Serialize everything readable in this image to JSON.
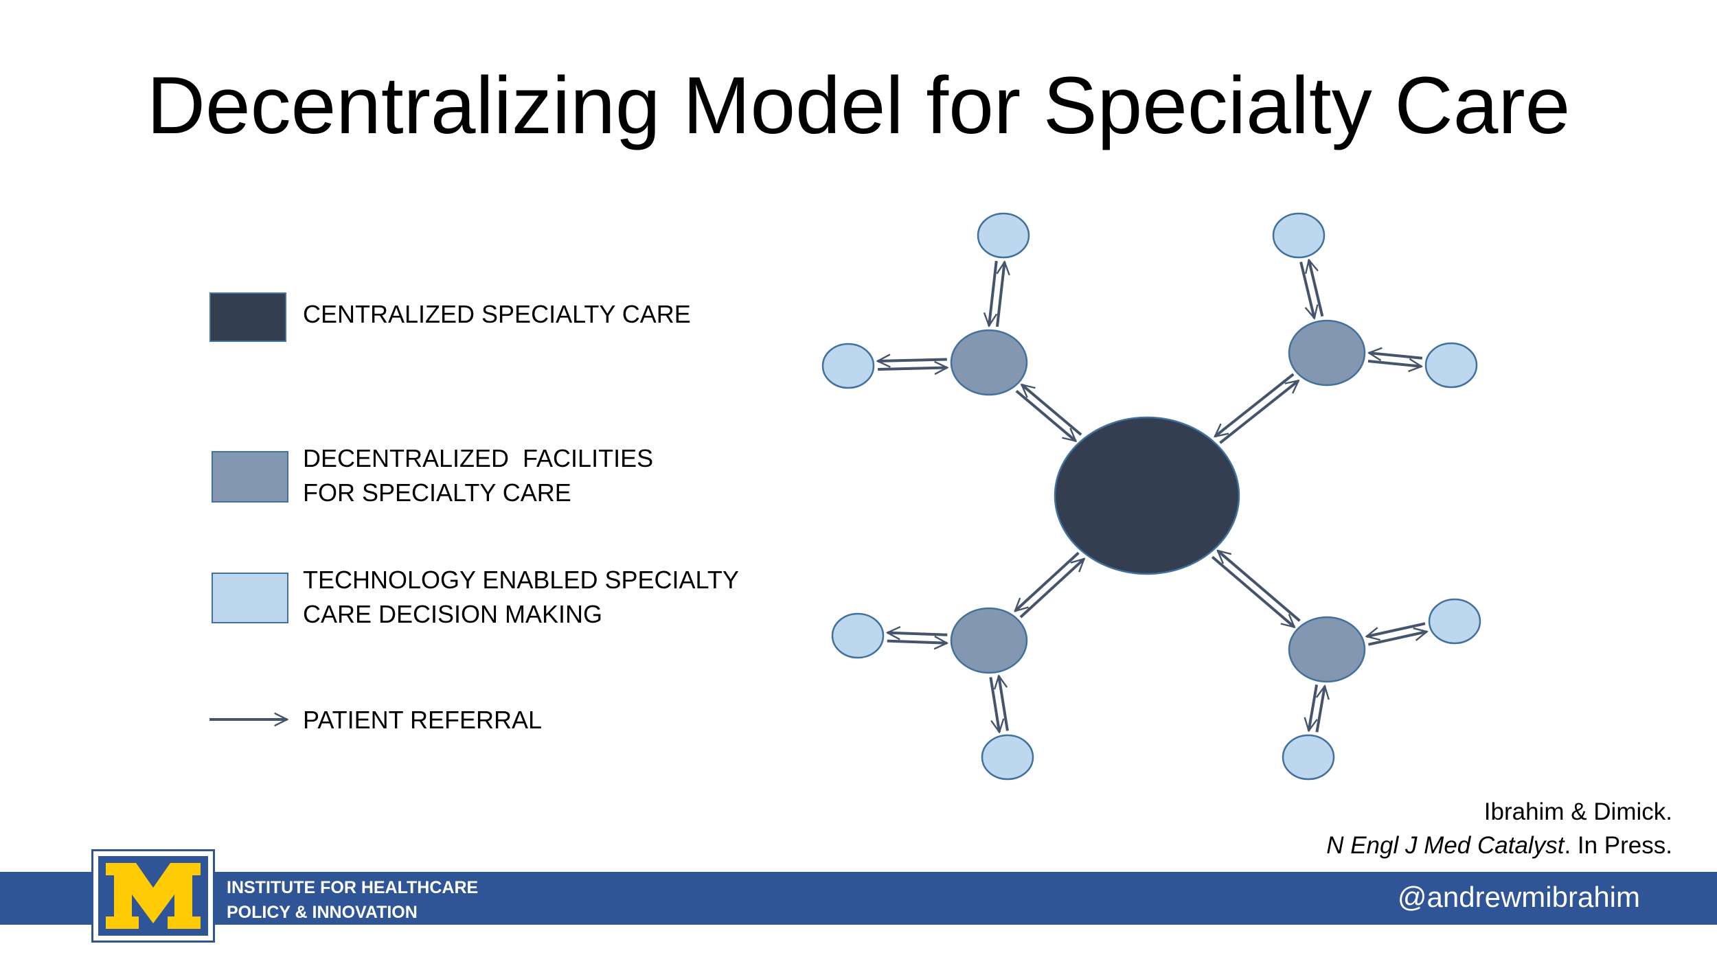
{
  "title": "Decentralizing Model for Specialty Care",
  "legend": [
    {
      "key": "centralized",
      "lines": [
        "CENTRALIZED SPECIALTY CARE"
      ],
      "color": "#333f50",
      "icon": "dark-square"
    },
    {
      "key": "decentralized",
      "lines": [
        "DECENTRALIZED  FACILITIES",
        "FOR SPECIALTY CARE"
      ],
      "color": "#8497b0",
      "icon": "medium-square"
    },
    {
      "key": "technology",
      "lines": [
        "TECHNOLOGY ENABLED SPECIALTY",
        "CARE DECISION MAKING"
      ],
      "color": "#bdd7ee",
      "icon": "light-square"
    },
    {
      "key": "referral",
      "lines": [
        "PATIENT REFERRAL"
      ],
      "color": "#44546a",
      "icon": "arrow-icon"
    }
  ],
  "colors": {
    "central": "#333f50",
    "facility": "#8497b0",
    "technology": "#bdd7ee",
    "node_border": "#41719c",
    "arrow": "#44546a",
    "footer": "#2f5596",
    "logo_yellow": "#ffcb05"
  },
  "citation": {
    "line1": "Ibrahim & Dimick.",
    "journal": "N Engl J Med Catalyst",
    "suffix": ". In Press."
  },
  "footer": {
    "logo_letter": "M",
    "org_line1": "INSTITUTE FOR HEALTHCARE",
    "org_line2": "POLICY & INNOVATION",
    "handle": "@andrewmibrahim"
  }
}
